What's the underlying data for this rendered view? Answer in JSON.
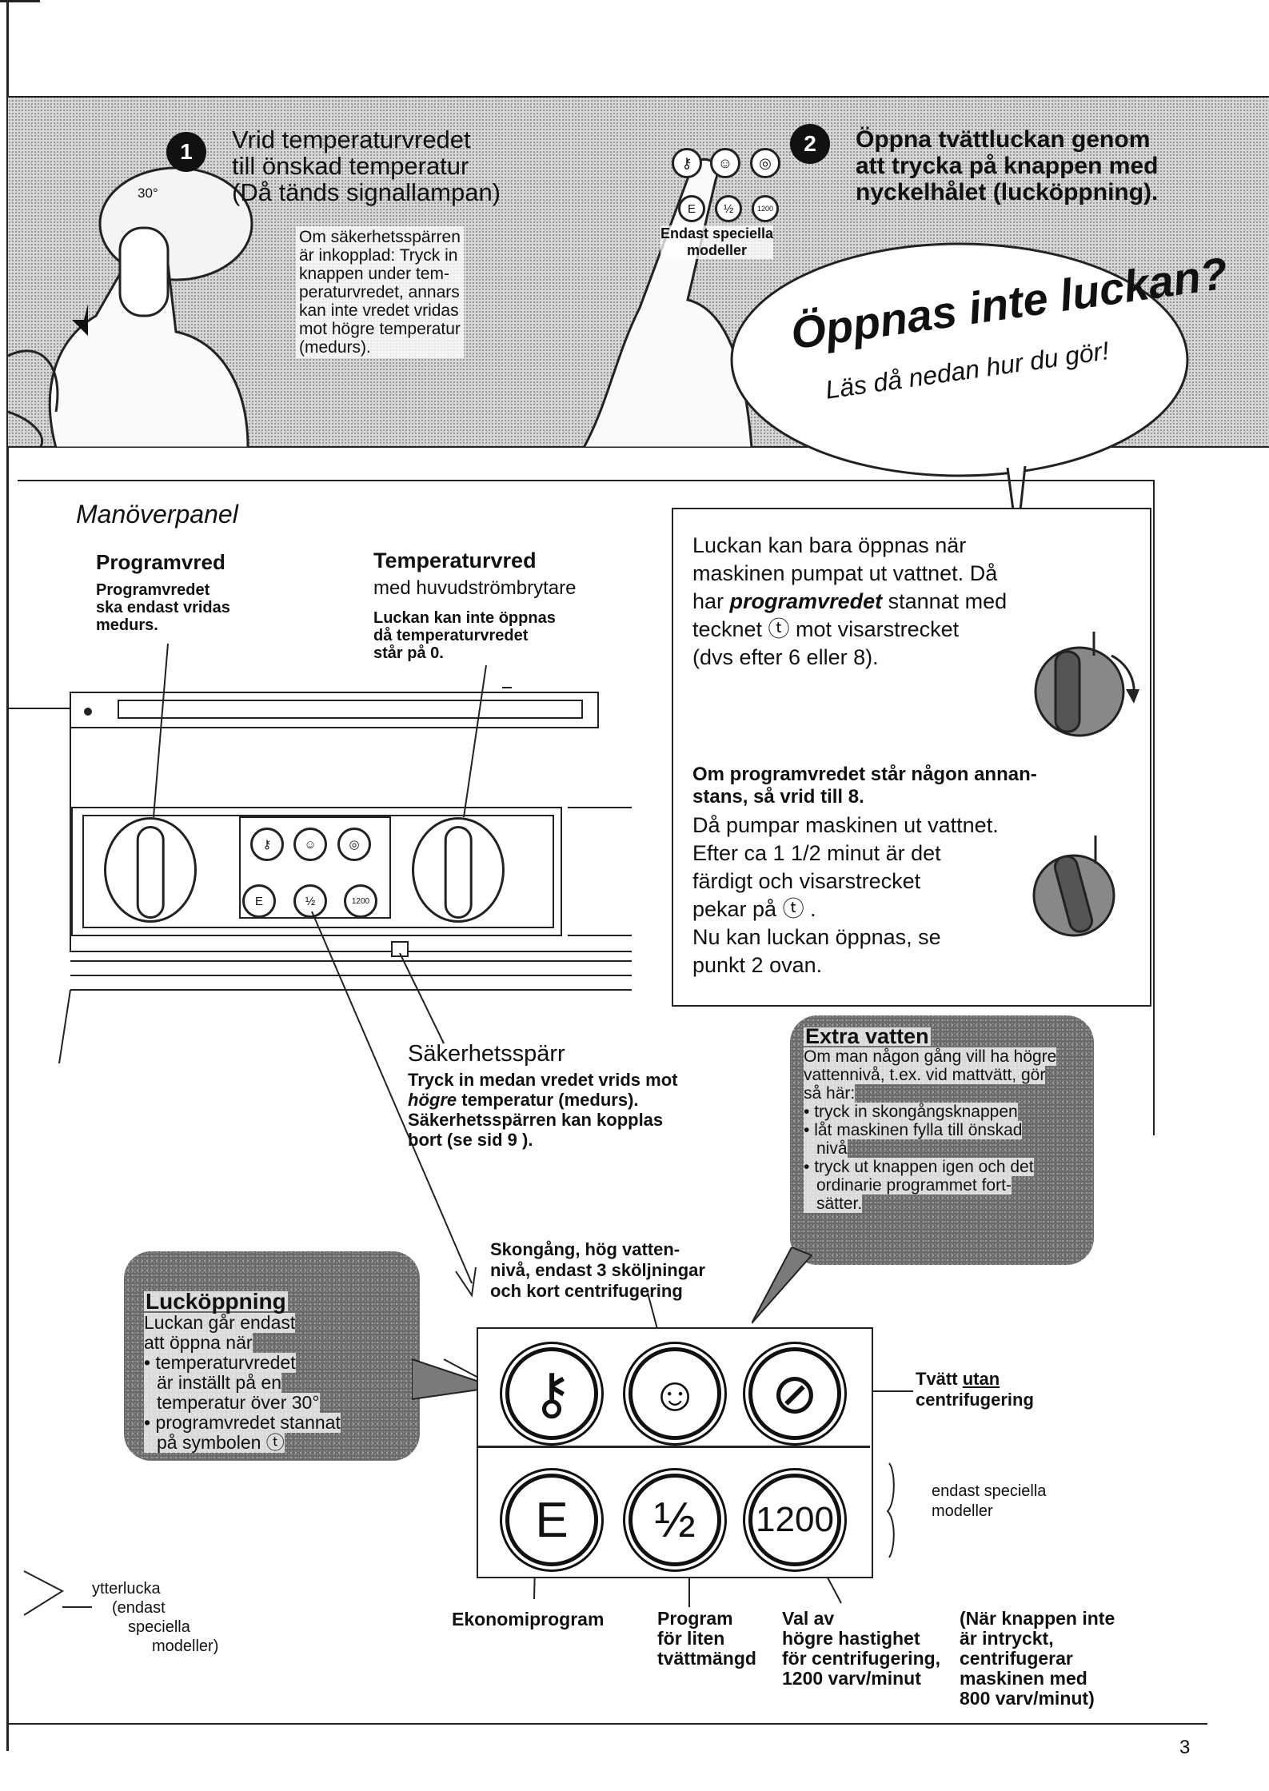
{
  "page_number": "3",
  "step1": {
    "number": "1",
    "title_line1": "Vrid temperaturvredet",
    "title_line2": "till önskad temperatur",
    "subtitle": "(Då tänds signallampan)",
    "note_lines": [
      "Om säkerhetsspärren",
      "är inkopplad: Tryck in",
      "knappen under tem-",
      "peraturvredet, annars",
      "kan inte vredet vridas",
      "mot högre temperatur",
      "(medurs)."
    ],
    "dial_label": "30°"
  },
  "step2": {
    "number": "2",
    "title_line1": "Öppna tvättluckan genom",
    "title_line2": "att trycka på knappen med",
    "title_line3": "nyckelhålet (lucköppning).",
    "special_line1": "Endast speciella",
    "special_line2": "modeller"
  },
  "bubble": {
    "headline": "Öppnas inte luckan?",
    "subline": "Läs då nedan hur du gör!"
  },
  "panel": {
    "section_title": "Manöverpanel",
    "programvred_title": "Programvred",
    "programvred_text": [
      "Programvredet",
      "ska endast vridas",
      "medurs."
    ],
    "temperaturvred_title": "Temperaturvred",
    "temperaturvred_sub": "med huvudströmbrytare",
    "temperaturvred_text": [
      "Luckan kan inte öppnas",
      "då temperaturvredet",
      "står på 0."
    ]
  },
  "info": {
    "lines": [
      "Luckan kan bara öppnas när",
      "maskinen pumpat ut vattnet. Då"
    ],
    "line3_pre": "har ",
    "line3_em": "programvredet",
    "line3_post": " stannat med",
    "line4": "tecknet ⓣ mot visarstrecket",
    "line5": "(dvs efter 6 eller 8).",
    "bold_lines": [
      "Om programvredet står någon annan-",
      "stans, så vrid till 8."
    ],
    "lines2": [
      "Då pumpar maskinen ut vattnet.",
      "Efter ca 1 1/2 minut är det",
      "färdigt och visarstrecket",
      "pekar på ⓣ .",
      "Nu kan luckan öppnas, se",
      "punkt 2  ovan."
    ]
  },
  "safety": {
    "title": "Säkerhetsspärr",
    "line1": "Tryck in medan vredet vrids mot",
    "line2_em": "högre",
    "line2_post": " temperatur  (medurs).",
    "line3": "Säkerhetsspärren kan kopplas",
    "line4": "bort (se sid 9 )."
  },
  "extra": {
    "title": "Extra vatten",
    "lines": [
      "Om man någon gång vill ha högre",
      "vattennivå, t.ex. vid mattvätt, gör",
      "så här:"
    ],
    "bullets": [
      [
        "tryck in skongångsknappen"
      ],
      [
        "låt maskinen fylla till önskad",
        "nivå"
      ],
      [
        "tryck ut knappen igen och det",
        "ordinarie programmet fort-",
        "sätter."
      ]
    ]
  },
  "luck": {
    "title": "Lucköppning",
    "lines": [
      "Luckan går endast",
      "att öppna när"
    ],
    "bullets": [
      [
        "temperaturvredet",
        "är inställt på en",
        "temperatur över 30°"
      ],
      [
        "programvredet stannat",
        "på symbolen ⓣ"
      ]
    ]
  },
  "skongang": [
    "Skongång, hög vatten-",
    "nivå, endast 3 sköljningar",
    "och kort centrifugering"
  ],
  "buttons": {
    "e_label": "E",
    "half_label": "½",
    "rpm_label": "1200"
  },
  "labels": {
    "tvatt_pre": "Tvätt ",
    "tvatt_u": "utan",
    "tvatt_line2": "centrifugering",
    "special_line1": "endast speciella",
    "special_line2": "modeller",
    "ekonomi": "Ekonomiprogram",
    "program": [
      "Program",
      "för liten",
      "tvättmängd"
    ],
    "valav": [
      "Val av",
      "högre hastighet",
      "för centrifugering,",
      "1200 varv/minut"
    ],
    "nar": [
      "(När knappen inte",
      "är intryckt,",
      "centrifugerar",
      "maskinen med",
      "800 varv/minut)"
    ],
    "ytterlucka": [
      "ytterlucka",
      "(endast",
      "speciella",
      "modeller)"
    ]
  }
}
